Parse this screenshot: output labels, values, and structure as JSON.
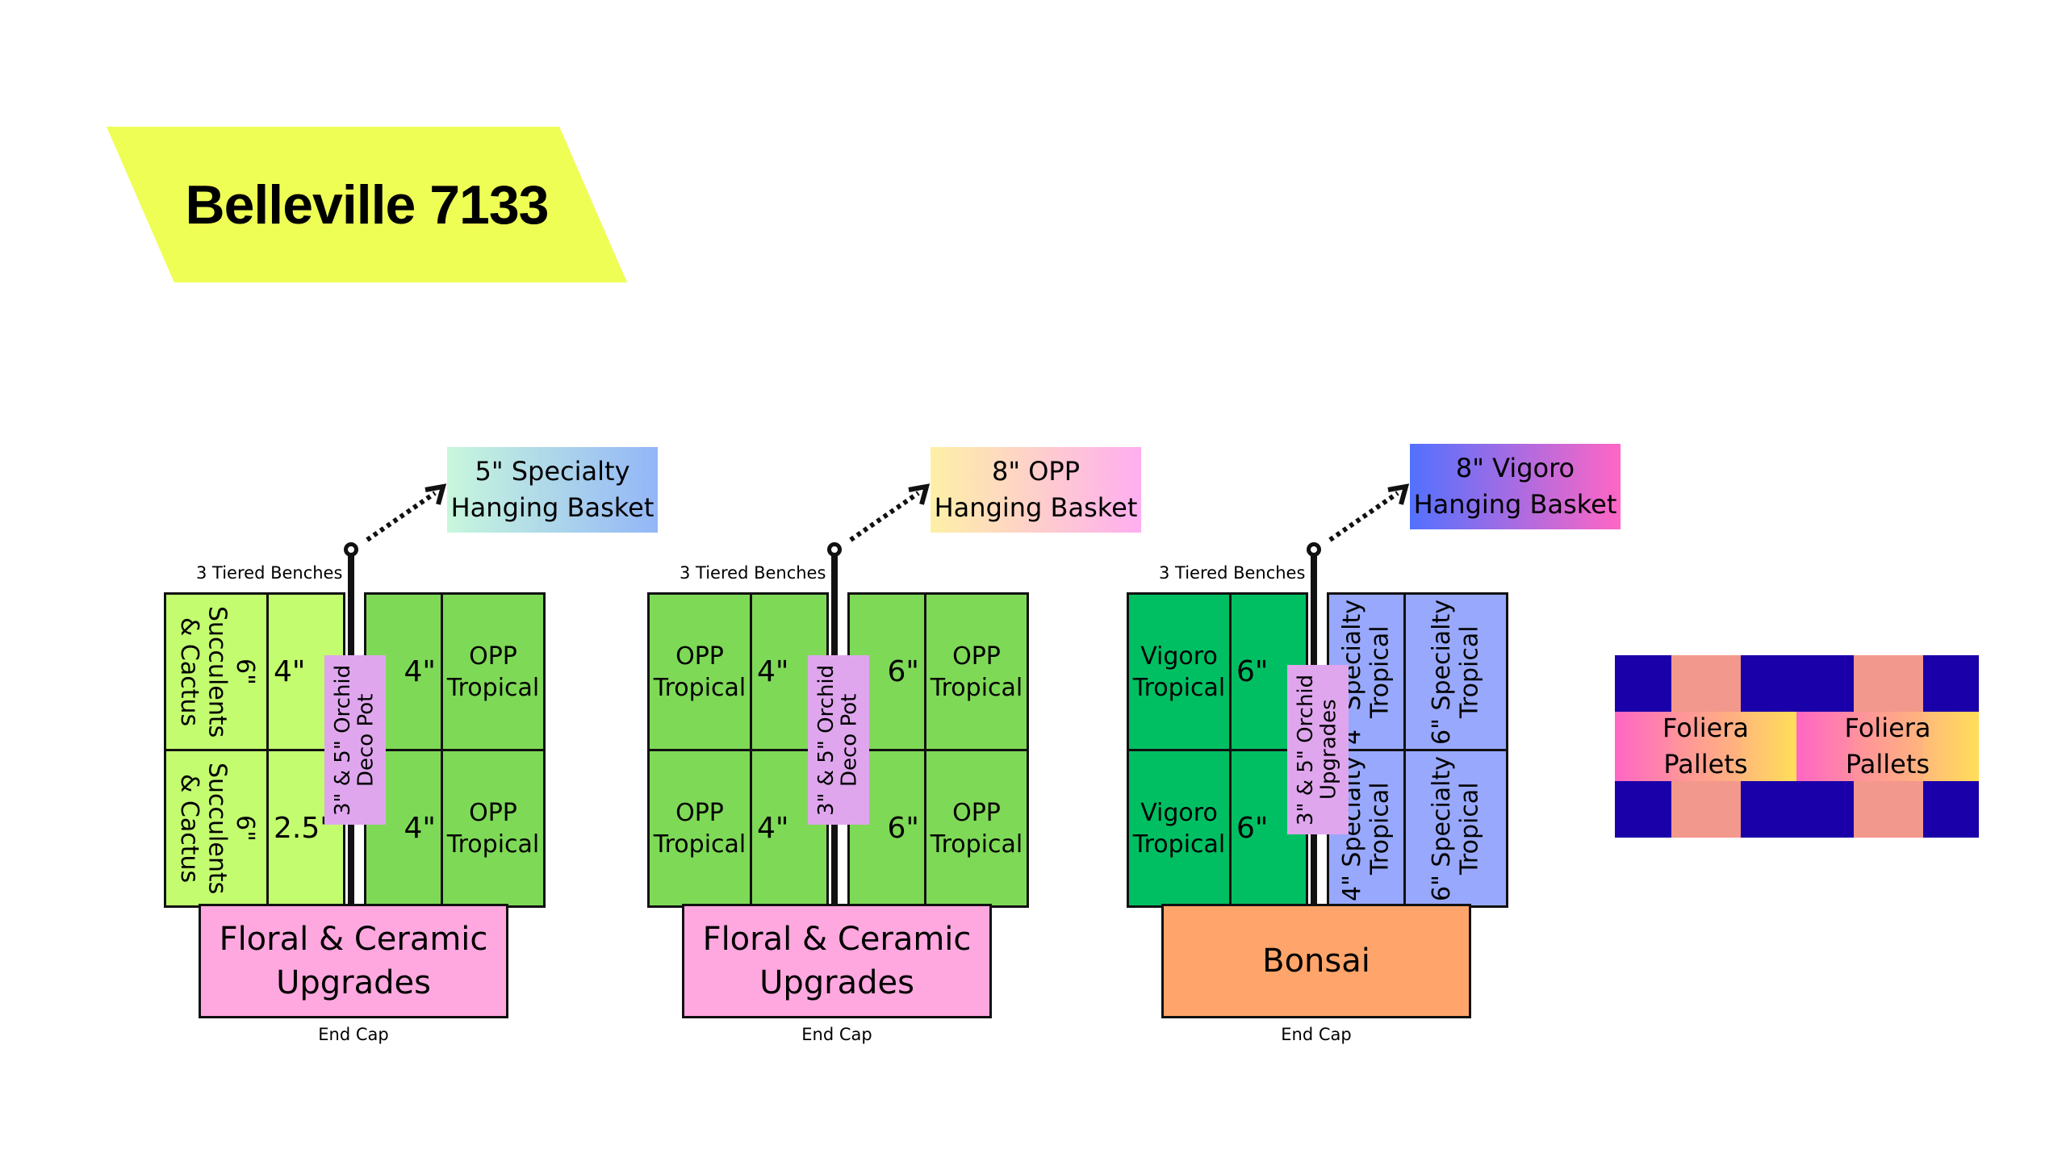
{
  "title": "Belleville 7133",
  "colors": {
    "title_bg": "#eefe55",
    "light_green": "#c3fd6f",
    "mid_green": "#7ed957",
    "dark_green": "#00bf63",
    "periwinkle": "#98a8fc",
    "orchid_purple": "#dfa6ee",
    "endcap_pink": "#ffa8df",
    "bonsai_orange": "#ffa56b",
    "pallet_navy": "#1a00a8"
  },
  "groups": [
    {
      "bench_label": "3 Tiered Benches",
      "hanging_basket": {
        "line1": "5\" Specialty",
        "line2": "Hanging Basket",
        "gradient": [
          "#c8f7dc",
          "#93b6f8"
        ]
      },
      "left_cells": [
        {
          "label": "6\" Succulents & Cactus",
          "orientation": "vertical",
          "color": "light_green"
        },
        {
          "label": "4\"",
          "color": "light_green"
        },
        {
          "label": "6\" Succulents & Cactus",
          "orientation": "vertical",
          "color": "light_green"
        },
        {
          "label": "2.5\"",
          "color": "light_green"
        }
      ],
      "right_cells": [
        {
          "label": "4\"",
          "color": "mid_green"
        },
        {
          "label": "OPP Tropical",
          "color": "mid_green"
        },
        {
          "label": "4\"",
          "color": "mid_green"
        },
        {
          "label": "OPP Tropical",
          "color": "mid_green"
        }
      ],
      "center_label": "3\" & 5\" Orchid Deco Pot",
      "endcap": {
        "line1": "Floral & Ceramic",
        "line2": "Upgrades",
        "caption": "End Cap"
      }
    },
    {
      "bench_label": "3 Tiered Benches",
      "hanging_basket": {
        "line1": "8\" OPP",
        "line2": "Hanging Basket",
        "gradient": [
          "#fdf0a6",
          "#ffaef0"
        ]
      },
      "left_cells": [
        {
          "label": "OPP Tropical",
          "color": "mid_green"
        },
        {
          "label": "4\"",
          "color": "mid_green"
        },
        {
          "label": "OPP Tropical",
          "color": "mid_green"
        },
        {
          "label": "4\"",
          "color": "mid_green"
        }
      ],
      "right_cells": [
        {
          "label": "6\"",
          "color": "mid_green"
        },
        {
          "label": "OPP Tropical",
          "color": "mid_green"
        },
        {
          "label": "6\"",
          "color": "mid_green"
        },
        {
          "label": "OPP Tropical",
          "color": "mid_green"
        }
      ],
      "center_label": "3\" & 5\" Orchid Deco Pot",
      "endcap": {
        "line1": "Floral & Ceramic",
        "line2": "Upgrades",
        "caption": "End Cap"
      }
    },
    {
      "bench_label": "3 Tiered Benches",
      "hanging_basket": {
        "line1": "8\" Vigoro",
        "line2": "Hanging Basket",
        "gradient": [
          "#5271ff",
          "#ff66c4"
        ]
      },
      "left_cells": [
        {
          "label": "Vigoro Tropical",
          "color": "dark_green"
        },
        {
          "label": "6\"",
          "color": "dark_green"
        },
        {
          "label": "Vigoro Tropical",
          "color": "dark_green"
        },
        {
          "label": "6\"",
          "color": "dark_green"
        }
      ],
      "right_cells": [
        {
          "label": "4\" Specialty Tropical",
          "orientation": "vertical",
          "color": "periwinkle"
        },
        {
          "label": "6\" Specialty Tropical",
          "orientation": "vertical",
          "color": "periwinkle"
        },
        {
          "label": "4\" Specialty Tropical",
          "orientation": "vertical",
          "color": "periwinkle"
        },
        {
          "label": "6\" Specialty Tropical",
          "orientation": "vertical",
          "color": "periwinkle"
        }
      ],
      "center_label": "3\" & 5\" Orchid Upgrades",
      "endcap": {
        "line1": "Bonsai",
        "line2": "",
        "caption": "End Cap"
      }
    }
  ],
  "pallets": [
    {
      "line1": "Foliera",
      "line2": "Pallets"
    },
    {
      "line1": "Foliera",
      "line2": "Pallets"
    }
  ]
}
